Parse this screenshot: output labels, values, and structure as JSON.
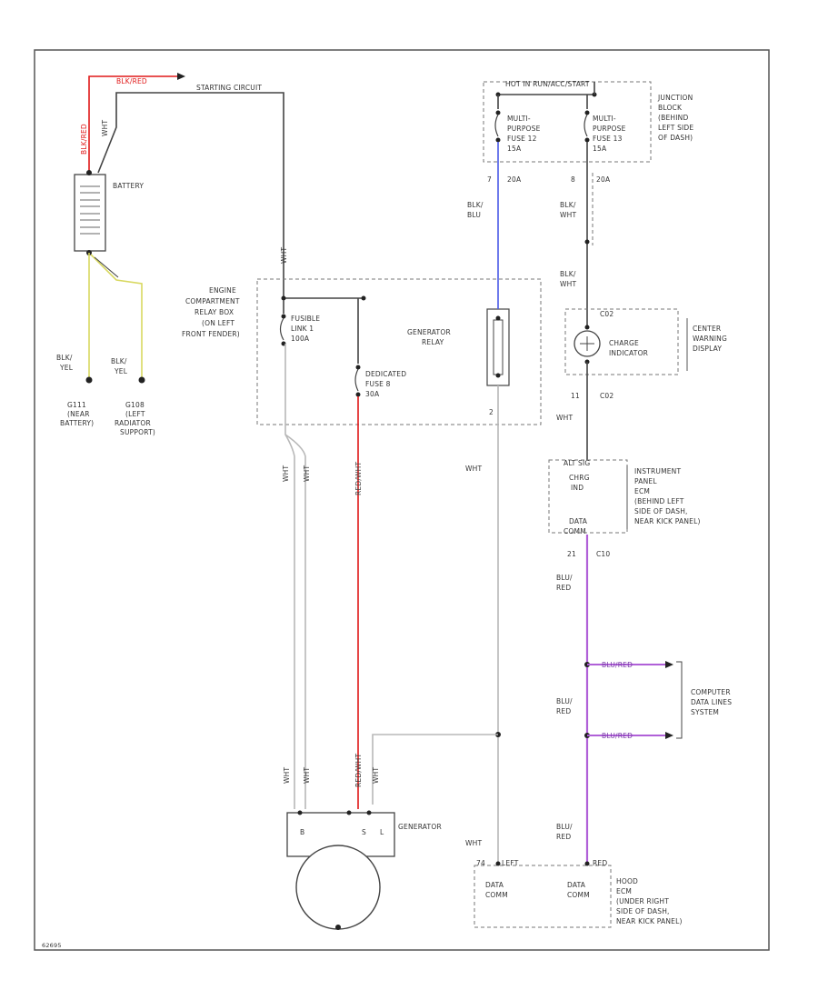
{
  "colors": {
    "red_wire": "#e01818",
    "blue_wire": "#4a5ae8",
    "violet_wire": "#b060d8",
    "yellow_wire": "#d8d860",
    "gray_wire": "#b8b8b8",
    "dark_wire": "#444444"
  },
  "labels": {
    "battery": "BATTERY",
    "starting_circuit": "STARTING CIRCUIT",
    "hot_at_all_times": "HOT IN RUN/ACC/START",
    "junction_block": [
      "JUNCTION",
      "BLOCK",
      "(BEHIND",
      "LEFT SIDE",
      "OF DASH)"
    ],
    "fuse_12": [
      "MULTI-",
      "PURPOSE",
      "FUSE 12",
      "15A"
    ],
    "fuse_13": [
      "MULTI-",
      "PURPOSE",
      "FUSE 13",
      "15A"
    ],
    "pin_7": "7",
    "pin_7_amp": "20A",
    "pin_8": "8",
    "pin_8_amp": "20A",
    "wire_blk_blu": [
      "BLK/",
      "BLU"
    ],
    "wire_blk_wht_1": [
      "BLK/",
      "WHT"
    ],
    "wire_blk_wht_2": [
      "BLK/",
      "WHT"
    ],
    "engine_relay_box": [
      "ENGINE",
      "COMPARTMENT",
      "RELAY BOX",
      "(ON LEFT",
      "FRONT FENDER)"
    ],
    "fusible_link": [
      "FUSIBLE",
      "LINK 1",
      "100A"
    ],
    "dedicated_fuse": [
      "DEDICATED",
      "FUSE 8",
      "30A"
    ],
    "generator_relay": [
      "GENERATOR",
      "RELAY"
    ],
    "relay_pin_2": "2",
    "c02_top": "C02",
    "c02_bottom": "C02",
    "pin_11": "11",
    "charge_indicator": [
      "CHARGE",
      "INDICATOR"
    ],
    "center_warning": [
      "CENTER",
      "WARNING",
      "DISPLAY"
    ],
    "wht_1": "WHT",
    "wht_2": "WHT",
    "wht_3": "WHT",
    "instrument_panel_ecm": [
      "INSTRUMENT",
      "PANEL",
      "ECM",
      "(BEHIND LEFT",
      "SIDE OF DASH,",
      "NEAR KICK PANEL)"
    ],
    "chrg_ind": [
      "ALT SIG",
      "CHRG",
      "IND"
    ],
    "data_comm": [
      "DATA",
      "COMM"
    ],
    "pin_21": "21",
    "c10": "C10",
    "wire_blu_red": [
      [
        "BLU/",
        "RED"
      ],
      [
        "BLU/",
        "RED"
      ],
      [
        "BLU/",
        "RED"
      ]
    ],
    "computer_data_lines": [
      "COMPUTER",
      "DATA LINES",
      "SYSTEM"
    ],
    "ground_g111": [
      "G111",
      "(NEAR",
      "BATTERY)"
    ],
    "ground_g108": [
      "G108",
      "(LEFT",
      "RADIATOR",
      "SUPPORT)"
    ],
    "blk_yel_1": [
      "BLK/",
      "YEL"
    ],
    "blk_yel_2": [
      "BLK/",
      "YEL"
    ],
    "generator": "GENERATOR",
    "gen_terminals": [
      "B",
      "S",
      "L"
    ],
    "wht_gen": [
      "WHT",
      "WHT"
    ],
    "red_wht": "RED/WHT",
    "wht_s": "WHT",
    "blk_red_top": "BLK/RED",
    "wht_bat": "WHT",
    "wht_gen_right": "WHT",
    "pcm": [
      "HOOD",
      "ECM",
      "(UNDER RIGHT",
      "SIDE OF DASH,",
      "NEAR KICK PANEL)"
    ],
    "pcm_left_pins": [
      "74",
      "LEFT"
    ],
    "pcm_right_pins": [
      "RED"
    ],
    "pcm_data_comm_l": [
      "DATA",
      "COMM"
    ],
    "pcm_data_comm_r": [
      "DATA",
      "COMM"
    ],
    "diagram_id": "62695"
  }
}
